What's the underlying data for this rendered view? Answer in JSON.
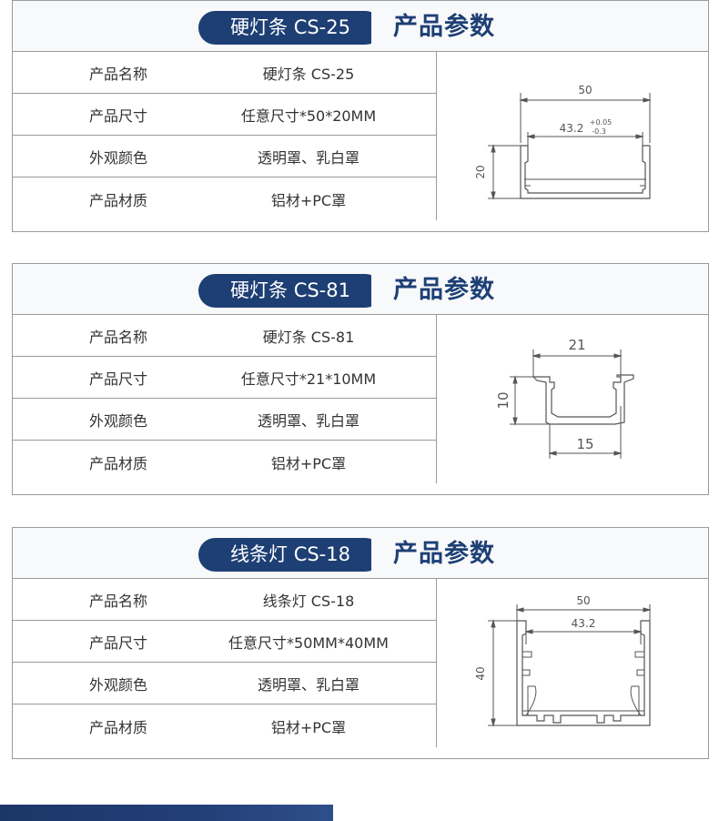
{
  "products": [
    {
      "name_pill": "硬灯条 CS-25",
      "section_title": "产品参数",
      "rows": [
        {
          "label": "产品名称",
          "value": "硬灯条 CS-25"
        },
        {
          "label": "产品尺寸",
          "value": "任意尺寸*50*20MM"
        },
        {
          "label": "外观颜色",
          "value": "透明罩、乳白罩"
        },
        {
          "label": "产品材质",
          "value": "铝材+PC罩"
        }
      ],
      "diagram": {
        "width": "50",
        "inner": "43.2",
        "tol_plus": "+0.05",
        "tol_minus": "-0.3",
        "height": "20"
      }
    },
    {
      "name_pill": "硬灯条 CS-81",
      "section_title": "产品参数",
      "rows": [
        {
          "label": "产品名称",
          "value": "硬灯条 CS-81"
        },
        {
          "label": "产品尺寸",
          "value": "任意尺寸*21*10MM"
        },
        {
          "label": "外观颜色",
          "value": "透明罩、乳白罩"
        },
        {
          "label": "产品材质",
          "value": "铝材+PC罩"
        }
      ],
      "diagram": {
        "width": "21",
        "height": "10",
        "bottom": "15"
      }
    },
    {
      "name_pill": "线条灯 CS-18",
      "section_title": "产品参数",
      "rows": [
        {
          "label": "产品名称",
          "value": "线条灯 CS-18"
        },
        {
          "label": "产品尺寸",
          "value": "任意尺寸*50MM*40MM"
        },
        {
          "label": "外观颜色",
          "value": "透明罩、乳白罩"
        },
        {
          "label": "产品材质",
          "value": "铝材+PC罩"
        }
      ],
      "diagram": {
        "width": "50",
        "inner": "43.2",
        "height": "40"
      }
    }
  ]
}
